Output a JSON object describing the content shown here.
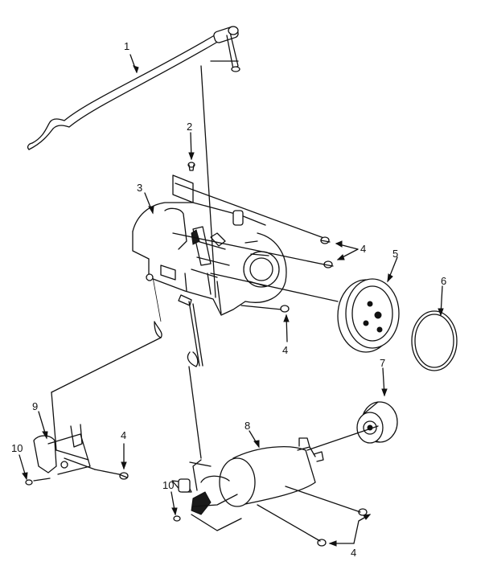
{
  "callouts": {
    "c1": "1",
    "c2": "2",
    "c3": "3",
    "c4a": "4",
    "c4b": "4",
    "c4c": "4",
    "c4d": "4",
    "c5": "5",
    "c6": "6",
    "c7": "7",
    "c8": "8",
    "c9": "9",
    "c10a": "10",
    "c10b": "10"
  },
  "colors": {
    "ink": "#111111",
    "background": "#ffffff"
  }
}
